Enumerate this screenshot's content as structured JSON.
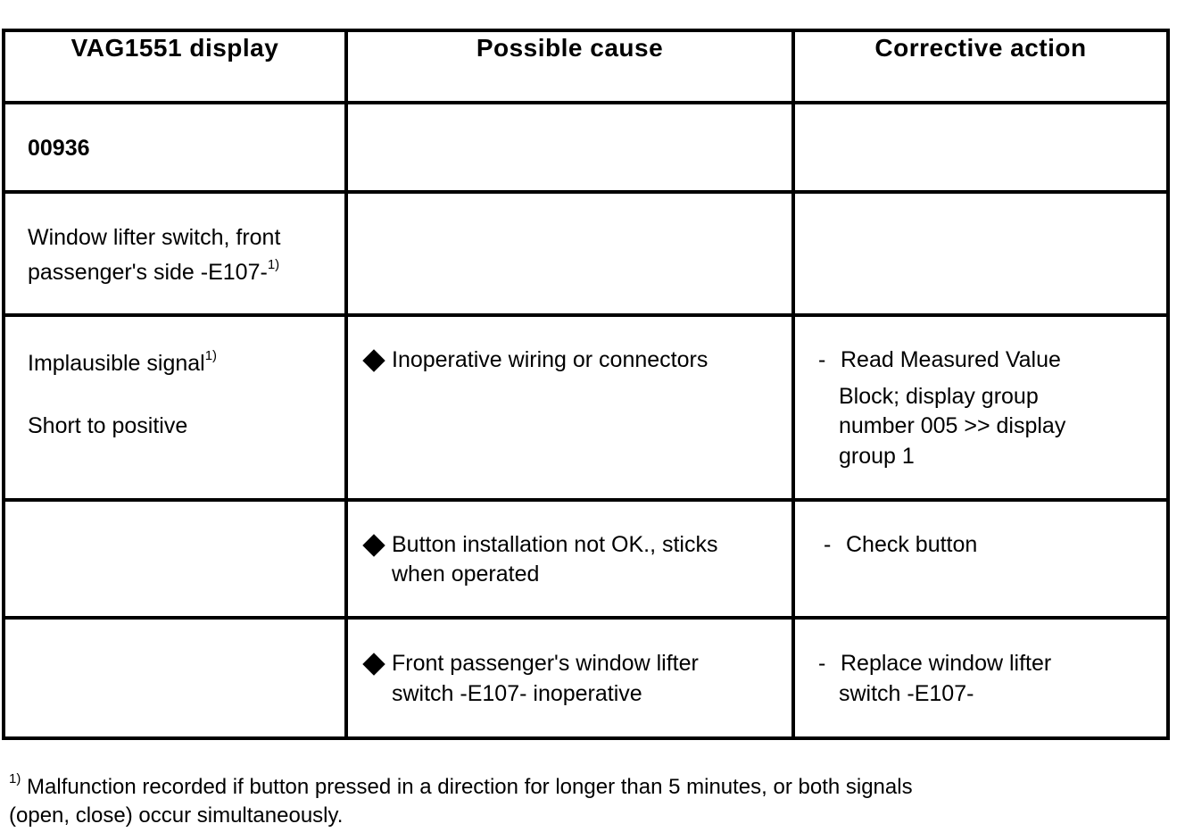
{
  "table": {
    "headers": [
      "VAG1551 display",
      "Possible cause",
      "Corrective action"
    ],
    "rows": [
      {
        "display": "00936"
      },
      {
        "display_line1": "Window lifter switch, front",
        "display_line2": "passenger's side -E107-",
        "display_sup": "1)"
      },
      {
        "display_line1": "Implausible signal",
        "display_sup": "1)",
        "display_line2": "Short to positive",
        "cause": "Inoperative wiring or connectors",
        "action_line1": "Read Measured Value",
        "action_line2": "Block; display group",
        "action_line3": "number 005 >> display",
        "action_line4": "group 1"
      },
      {
        "cause_line1": "Button installation not OK., sticks",
        "cause_line2": "when operated",
        "action": "Check button"
      },
      {
        "cause_line1": "Front passenger's window lifter",
        "cause_line2": "switch -E107- inoperative",
        "action_line1": "Replace window lifter",
        "action_line2": "switch -E107-"
      }
    ]
  },
  "footnote": {
    "marker": "1)",
    "line1": "Malfunction recorded if button pressed in a direction for longer than 5 minutes, or both signals",
    "line2": "(open, close) occur simultaneously."
  },
  "symbols": {
    "bullet": "diamond-bullet-icon",
    "dash": "-"
  }
}
